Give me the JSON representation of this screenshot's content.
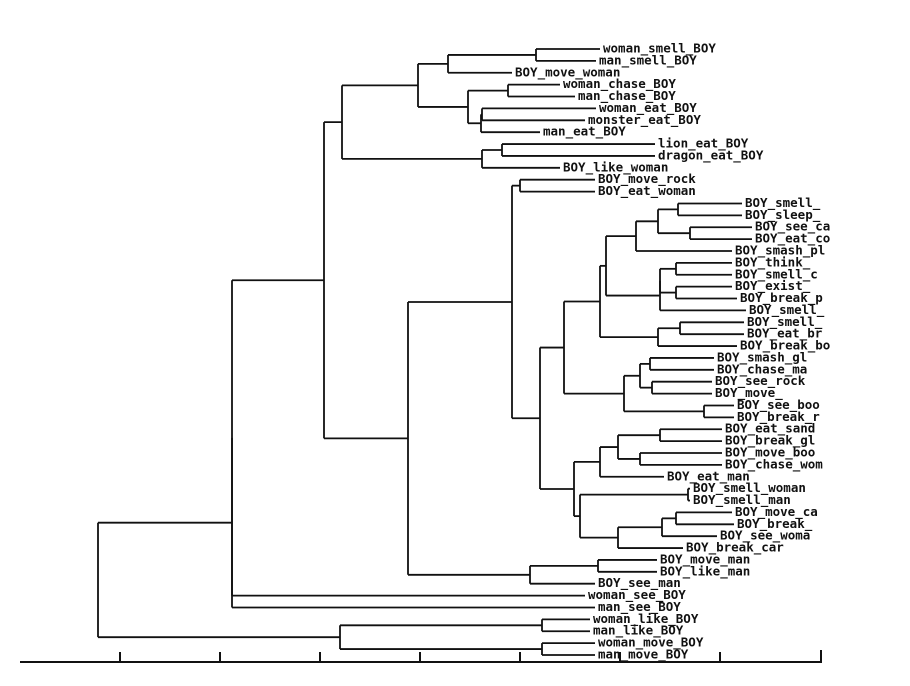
{
  "leaves": [
    "woman_smell_BOY",
    "man_smell_BOY",
    "BOY_move_woman",
    "woman_chase_BOY",
    "man_chase_BOY",
    "woman_eat_BOY",
    "monster_eat_BOY",
    "man_eat_BOY",
    "lion_eat_BOY",
    "dragon_eat_BOY",
    "BOY_like_woman",
    "BOY_move_rock",
    "BOY_eat_woman",
    "BOY_smell_",
    "BOY_sleep_",
    "BOY_see_ca",
    "BOY_eat_co",
    "BOY_smash_pl",
    "BOY_think_",
    "BOY_smell_c",
    "BOY_exist_",
    "BOY_break_p",
    "BOY_smell_",
    "BOY_smell_",
    "BOY_eat_br",
    "BOY_break_bo",
    "BOY_smash_gl",
    "BOY_chase_ma",
    "BOY_see_rock",
    "BOY_move_",
    "BOY_see_boo",
    "BOY_break_r",
    "BOY_eat_sand",
    "BOY_break_gl",
    "BOY_move_boo",
    "BOY_chase_wom",
    "BOY_eat_man",
    "BOY_smell_woman",
    "BOY_smell_man",
    "BOY_move_ca",
    "BOY_break_",
    "BOY_see_woma",
    "BOY_break_car",
    "BOY_move_man",
    "BOY_like_man",
    "BOY_see_man",
    "woman_see_BOY",
    "man_see_BOY",
    "woman_like_BOY",
    "man_like_BOY",
    "woman_move_BOY",
    "man_move_BOY"
  ],
  "axis": {
    "tick_count": 8
  }
}
